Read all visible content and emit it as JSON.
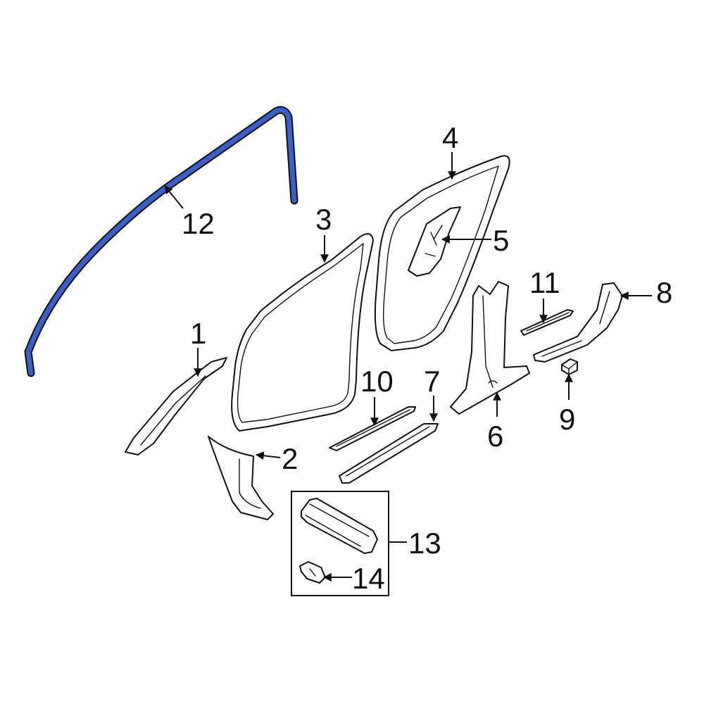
{
  "colors": {
    "background": "#ffffff",
    "line_art": "#111111",
    "highlight_fill": "#3a5fc8"
  },
  "highlighted_part": "12",
  "callouts": {
    "c1": "1",
    "c2": "2",
    "c3": "3",
    "c4": "4",
    "c5": "5",
    "c6": "6",
    "c7": "7",
    "c8": "8",
    "c9": "9",
    "c10": "10",
    "c11": "11",
    "c12": "12",
    "c13": "13",
    "c14": "14"
  }
}
